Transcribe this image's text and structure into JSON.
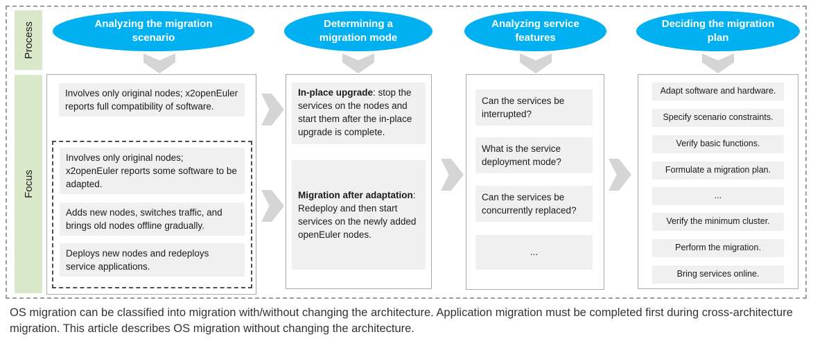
{
  "labels": {
    "process": "Process",
    "focus": "Focus"
  },
  "columns": [
    {
      "title": "Analyzing the migration scenario",
      "items": [
        "Involves only original nodes; x2openEuler reports full compatibility of software."
      ],
      "dashed_items": [
        "Involves only original nodes; x2openEuler reports some software to be adapted.",
        "Adds new nodes, switches traffic, and brings old nodes offline gradually.",
        "Deploys new nodes and redeploys service applications."
      ]
    },
    {
      "title": "Determining a migration mode",
      "items": [
        {
          "bold": "In-place upgrade",
          "rest": ": stop the services on the nodes and start them after the in-place upgrade is complete."
        },
        {
          "bold": "Migration after adaptation",
          "rest": ": Redeploy and then start services on the newly added openEuler nodes."
        }
      ]
    },
    {
      "title": "Analyzing service features",
      "items": [
        "Can the services be interrupted?",
        "What is the service deployment mode?",
        "Can the services be concurrently replaced?",
        "..."
      ]
    },
    {
      "title": "Deciding the migration plan",
      "items": [
        "Adapt software and hardware.",
        "Specify scenario constraints.",
        "Verify basic functions.",
        "Formulate a migration plan.",
        "...",
        "Verify the minimum cluster.",
        "Perform the migration.",
        "Bring services online."
      ]
    }
  ],
  "caption": "OS migration can be classified into migration with/without changing the architecture. Application migration must be completed first during cross-architecture migration. This article describes OS migration without changing the architecture.",
  "colors": {
    "accent_blue": "#00b0f0",
    "label_green": "#d8e8c8",
    "item_gray": "#f0f0f0",
    "arrow_gray": "#d5d5d5"
  }
}
